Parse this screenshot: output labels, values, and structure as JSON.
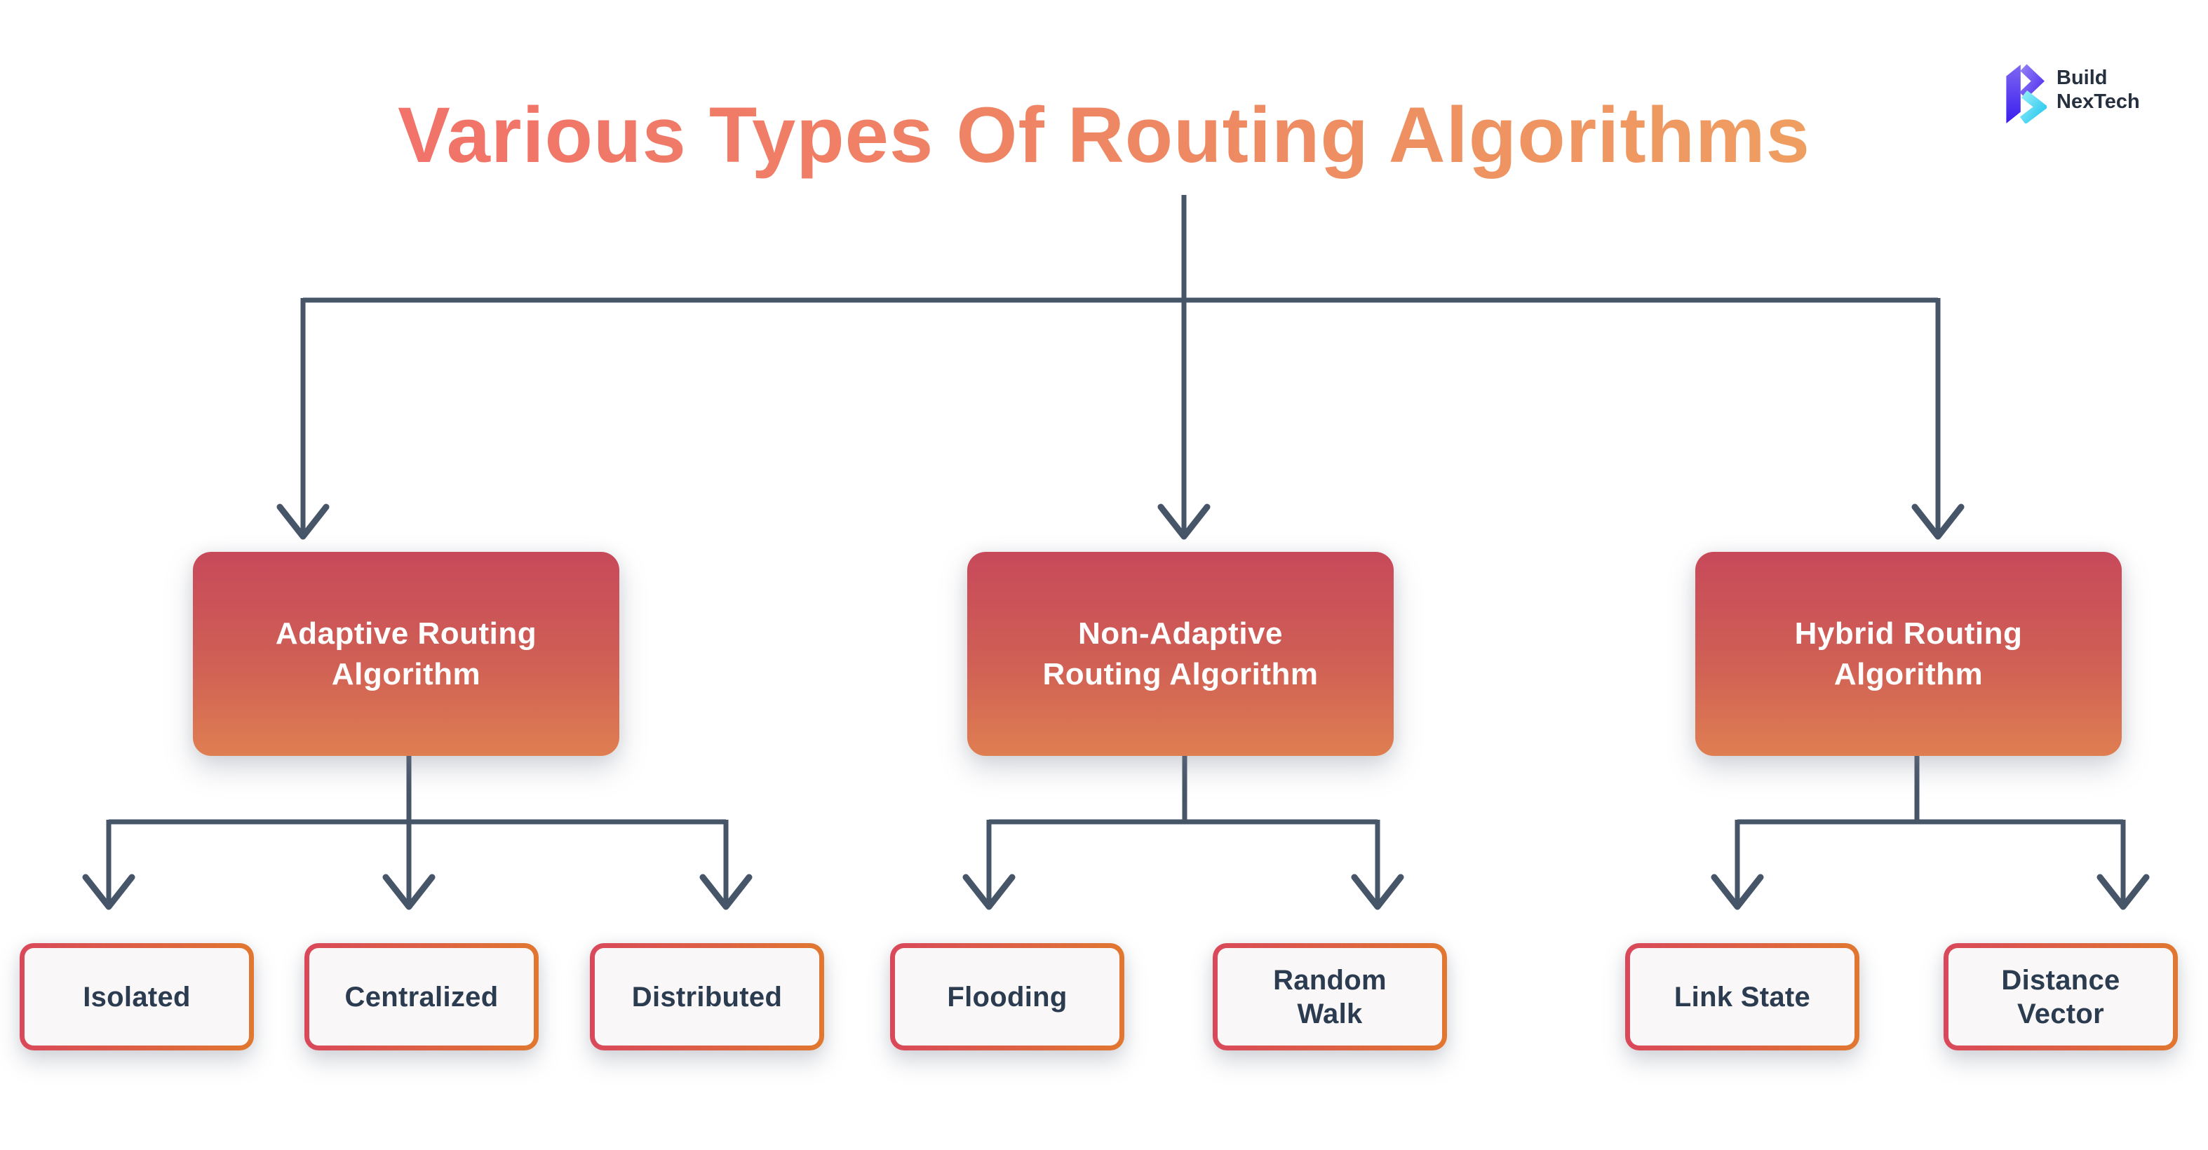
{
  "title": {
    "text": "Various Types Of Routing Algorithms"
  },
  "brand": {
    "line1": "Build",
    "line2": "NexTech"
  },
  "colors": {
    "title_gradient_start": "#F3676D",
    "title_gradient_end": "#F0AB60",
    "node_gradient_top": "#C7495A",
    "node_gradient_bottom": "#DF7E51",
    "node_text": "#FFFFFF",
    "leaf_border_start": "#D9485A",
    "leaf_border_end": "#E17730",
    "leaf_background": "#FAF7F8",
    "leaf_text": "#2B3B50",
    "connector": "#475569",
    "background": "#FFFFFF"
  },
  "diagram": {
    "type": "tree",
    "root": "Various Types Of Routing Algorithms",
    "branches": [
      {
        "label": "Adaptive Routing\nAlgorithm",
        "children": [
          "Isolated",
          "Centralized",
          "Distributed"
        ]
      },
      {
        "label": "Non-Adaptive\nRouting Algorithm",
        "children": [
          "Flooding",
          "Random\nWalk"
        ]
      },
      {
        "label": "Hybrid Routing\nAlgorithm",
        "children": [
          "Link State",
          "Distance\nVector"
        ]
      }
    ]
  }
}
